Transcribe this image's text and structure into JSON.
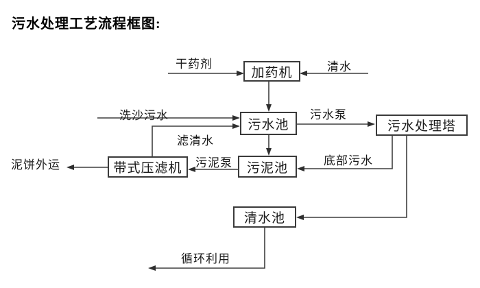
{
  "title": "污水处理工艺流程框图:",
  "colors": {
    "line": "#3f3f3f",
    "text": "#1a1a1a",
    "background": "#ffffff"
  },
  "diagram": {
    "type": "flowchart",
    "nodes": [
      {
        "id": "dosing-machine",
        "label": "加药机"
      },
      {
        "id": "sewage-pool",
        "label": "污水池"
      },
      {
        "id": "treatment-tower",
        "label": "污水处理塔"
      },
      {
        "id": "sludge-pool",
        "label": "污泥池"
      },
      {
        "id": "belt-filter-press",
        "label": "带式压滤机"
      },
      {
        "id": "clean-water-pool",
        "label": "清水池"
      }
    ],
    "edges": [
      {
        "from": "external",
        "to": "dosing-machine",
        "label": "干药剂"
      },
      {
        "from": "external",
        "to": "dosing-machine",
        "label": "清水"
      },
      {
        "from": "dosing-machine",
        "to": "sewage-pool",
        "label": ""
      },
      {
        "from": "external",
        "to": "sewage-pool",
        "label": "洗沙污水"
      },
      {
        "from": "belt-filter-press",
        "to": "sewage-pool",
        "label": "滤清水"
      },
      {
        "from": "sewage-pool",
        "to": "treatment-tower",
        "label": "污水泵"
      },
      {
        "from": "sewage-pool",
        "to": "sludge-pool",
        "label": ""
      },
      {
        "from": "treatment-tower",
        "to": "sludge-pool",
        "label": "底部污水"
      },
      {
        "from": "sludge-pool",
        "to": "belt-filter-press",
        "label": "污泥泵"
      },
      {
        "from": "belt-filter-press",
        "to": "external",
        "label": "泥饼外运"
      },
      {
        "from": "treatment-tower",
        "to": "clean-water-pool",
        "label": ""
      },
      {
        "from": "clean-water-pool",
        "to": "external",
        "label": "循环利用"
      }
    ]
  }
}
